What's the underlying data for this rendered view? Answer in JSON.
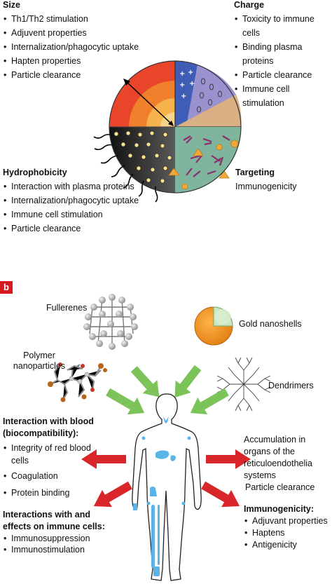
{
  "panel_a": {
    "size": {
      "title": "Size",
      "items": [
        "Th1/Th2 stimulation",
        "Adjuvent properties",
        "Internalization/phagocytic uptake",
        "Hapten properties",
        "Particle clearance"
      ]
    },
    "charge": {
      "title": "Charge",
      "items": [
        "Toxicity to immune cells",
        "Binding plasma proteins",
        "Particle clearance",
        "Immune cell stimulation"
      ]
    },
    "hydrophobicity": {
      "title": "Hydrophobicity",
      "items": [
        "Interaction with plasma proteins",
        "Internalization/phagocytic uptake",
        "Immune cell stimulation",
        "Particle clearance"
      ]
    },
    "targeting": {
      "title": "Targeting",
      "subtitle": "Immunogenicity"
    },
    "sphere_colors": [
      "#e8452a",
      "#f39a2c",
      "#f7c96a",
      "#9a91cf",
      "#d8b083",
      "#7fb59c",
      "#303030"
    ]
  },
  "panel_b": {
    "label": "b",
    "nanomaterials": {
      "fullerenes": "Fullerenes",
      "gold": "Gold nanoshells",
      "polymer": "Polymer\nnanoparticles",
      "dendrimers": "Dendrimers"
    },
    "blood": {
      "title": "Interaction with blood (biocompatibility):",
      "items": [
        "Integrity of red blood cells",
        "Coagulation",
        "Protein binding"
      ]
    },
    "immune": {
      "title": "Interactions with and effects on immune cells:",
      "items": [
        "Immunosuppression",
        "Immunostimulation"
      ]
    },
    "accumulation": "Accumulation in organs of the reticuloendothelia systems",
    "clearance": "Particle clearance",
    "immunogenicity": {
      "title": "Immunogenicity:",
      "items": [
        "Adjuvant properties",
        "Haptens",
        "Antigenicity"
      ]
    },
    "colors": {
      "green_arrow": "#7cc35a",
      "red_arrow": "#d9262b",
      "organ_blue": "#5bb4e8"
    }
  }
}
